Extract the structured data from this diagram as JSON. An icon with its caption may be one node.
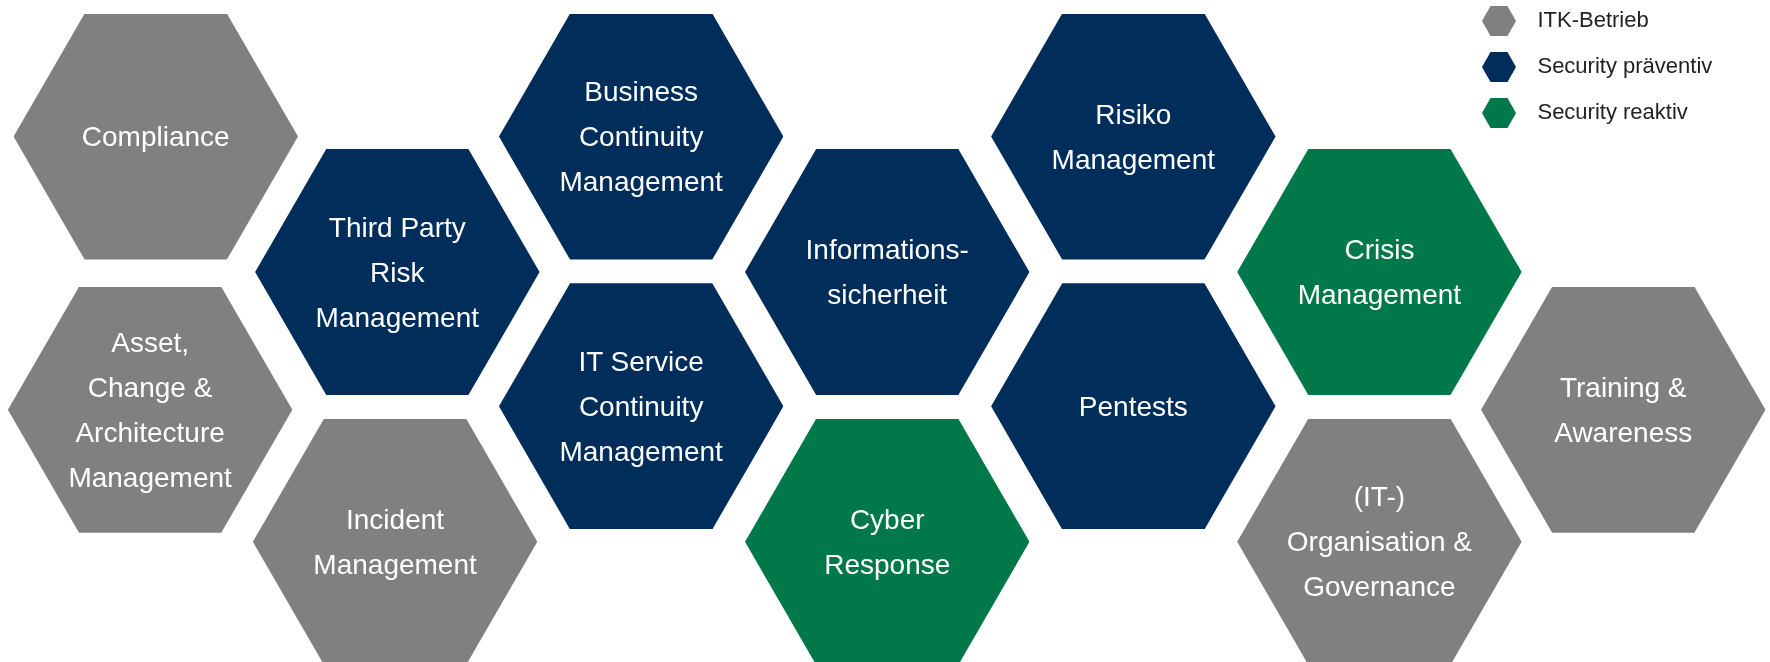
{
  "diagram": {
    "nodes": [
      {
        "text": [
          "Compliance"
        ]
      },
      {
        "text": [
          "Third Party Risk Management"
        ]
      },
      {
        "text": [
          "Business Continuity Management"
        ]
      },
      {
        "text": [
          "Asset, Change & Architecture Management"
        ]
      },
      {
        "text": [
          "Incident Management"
        ]
      },
      {
        "text": [
          "IT Service Continuity Management"
        ]
      },
      {
        "text": [
          "Informations-sicherheit"
        ]
      },
      {
        "text": [
          "Cyber Response"
        ]
      },
      {
        "text": [
          "Risiko Management"
        ]
      },
      {
        "text": [
          "Pentests"
        ]
      },
      {
        "text": [
          "Crisis Management"
        ]
      },
      {
        "text": [
          "(IT-) Organisation & Governance"
        ]
      },
      {
        "text": [
          "Training & Awareness"
        ]
      }
    ],
    "edges": [],
    "legend": [
      {
        "text": "ITK-Betrieb",
        "color": "#808080"
      },
      {
        "text": "Security präventiv",
        "color": "#002d5a"
      },
      {
        "text": "Security reaktiv",
        "color": "#00784a"
      }
    ]
  }
}
